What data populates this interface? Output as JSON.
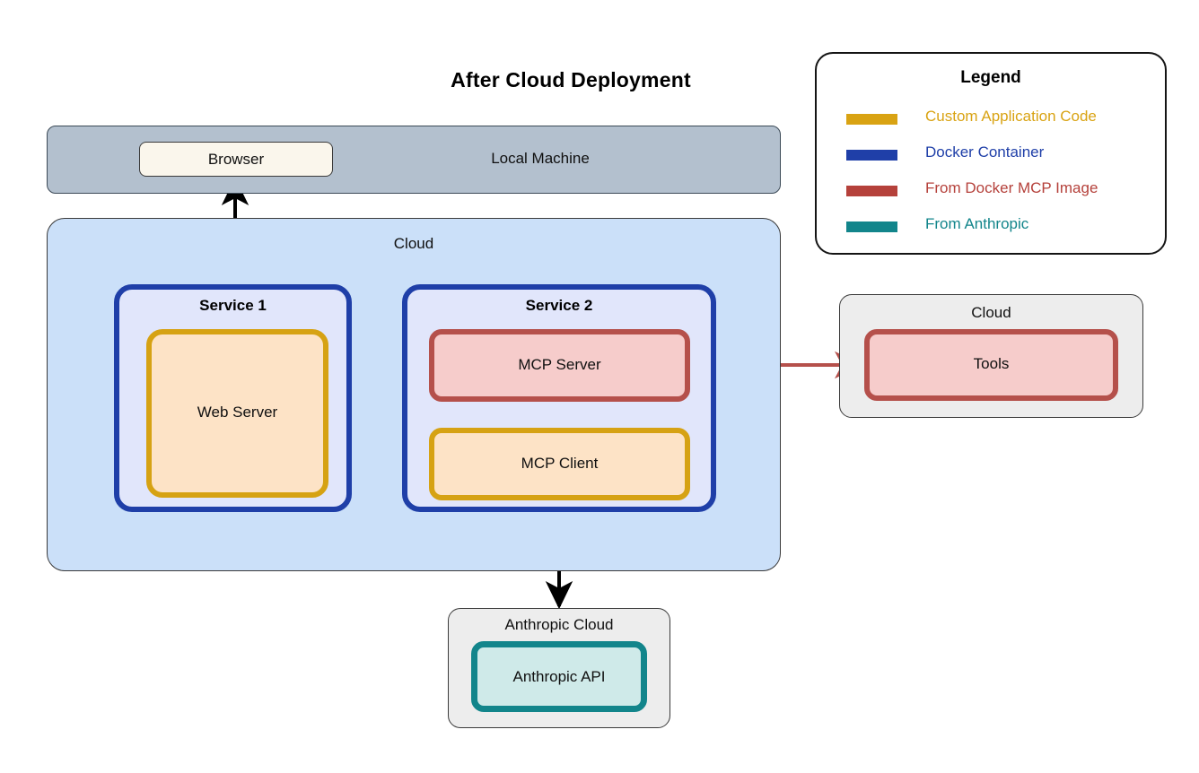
{
  "title": "After Cloud Deployment",
  "local_machine": {
    "label": "Local Machine",
    "browser": "Browser"
  },
  "cloud_main": {
    "label": "Cloud",
    "service1": {
      "label": "Service 1",
      "web_server": "Web Server"
    },
    "service2": {
      "label": "Service 2",
      "mcp_server": "MCP Server",
      "mcp_client": "MCP Client"
    }
  },
  "cloud_right": {
    "label": "Cloud",
    "tools": "Tools"
  },
  "anthropic_cloud": {
    "label": "Anthropic Cloud",
    "api": "Anthropic API"
  },
  "legend": {
    "title": "Legend",
    "items": [
      {
        "label": "Custom Application Code",
        "color": "#D9A313"
      },
      {
        "label": "Docker Container",
        "color": "#1F3FA8"
      },
      {
        "label": "From Docker MCP Image",
        "color": "#B5413B"
      },
      {
        "label": "From Anthropic",
        "color": "#12858B"
      }
    ]
  },
  "colors": {
    "local_machine_fill": "#B3C0CE",
    "cloud_fill": "#CBE0F9",
    "service_fill": "#E1E6FB",
    "service_border": "#1F3FA8",
    "custom_code_border": "#D6A213",
    "custom_code_fill": "#FDE3C6",
    "mcp_image_border": "#B5504B",
    "mcp_image_fill": "#F6CCCB",
    "anthropic_border": "#12858B",
    "anthropic_fill": "#CFEAE9",
    "gray_cloud_fill": "#EDEDED",
    "browser_fill": "#FAF6EC",
    "arrow_black": "#000000",
    "arrow_red": "#B5504B"
  },
  "connections": [
    {
      "from": "Browser",
      "to": "Service 1",
      "direction": "bidirectional",
      "color": "#000000"
    },
    {
      "from": "Web Server",
      "to": "MCP Client",
      "direction": "bidirectional",
      "color": "#000000"
    },
    {
      "from": "MCP Server",
      "to": "MCP Client",
      "direction": "bidirectional",
      "color": "#000000"
    },
    {
      "from": "MCP Client",
      "to": "Anthropic Cloud",
      "direction": "bidirectional",
      "color": "#000000"
    },
    {
      "from": "MCP Server",
      "to": "Tools",
      "direction": "bidirectional",
      "color": "#B5504B"
    }
  ]
}
